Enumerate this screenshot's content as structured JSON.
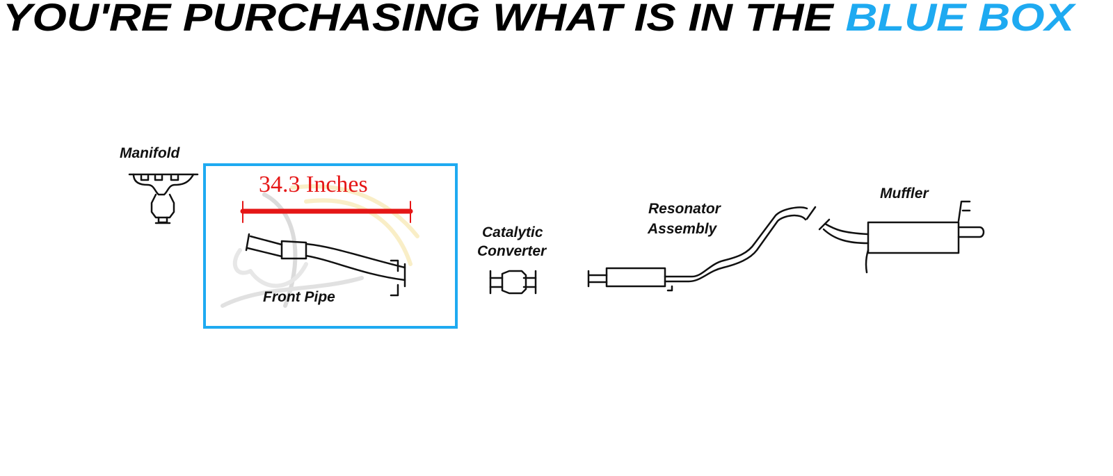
{
  "title": {
    "prefix": "YOU'RE PURCHASING WHAT IS IN THE ",
    "highlight": "BLUE BOX"
  },
  "colors": {
    "highlight": "#1eaaf1",
    "measurement": "#e51616",
    "box_border": "#1eaaf1"
  },
  "parts": {
    "manifold": "Manifold",
    "front_pipe": "Front Pipe",
    "catalytic_line1": "Catalytic",
    "catalytic_line2": "Converter",
    "resonator_line1": "Resonator",
    "resonator_line2": "Assembly",
    "muffler": "Muffler"
  },
  "measurement": "34.3 Inches"
}
